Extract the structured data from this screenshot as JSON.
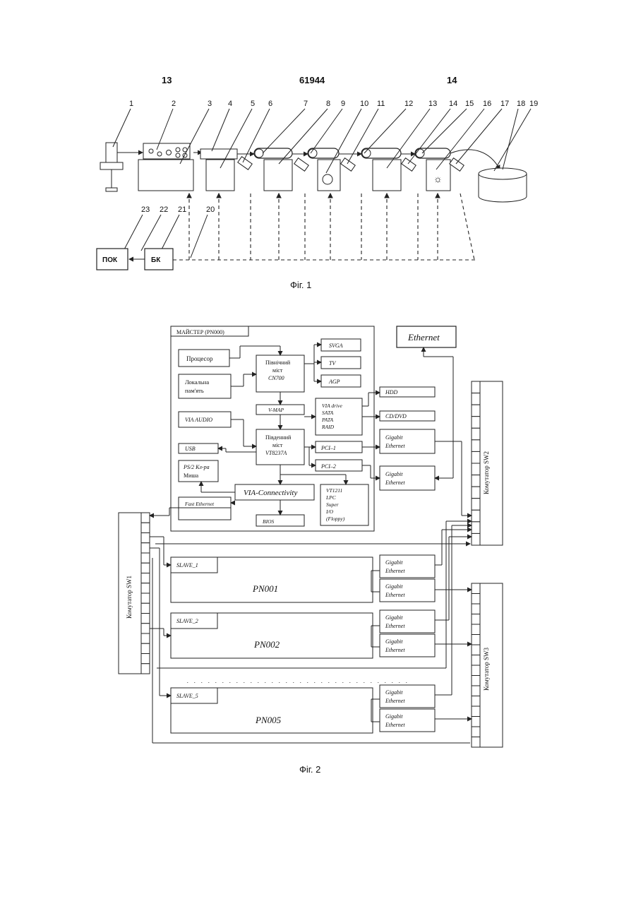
{
  "header": {
    "left_page": "13",
    "doc_number": "61944",
    "right_page": "14"
  },
  "fig1": {
    "caption": "Фіг. 1",
    "callouts": [
      "1",
      "2",
      "3",
      "4",
      "5",
      "6",
      "7",
      "8",
      "9",
      "10",
      "11",
      "12",
      "13",
      "14",
      "15",
      "16",
      "17",
      "18",
      "19"
    ],
    "bottom_callouts": [
      "23",
      "22",
      "21",
      "20"
    ],
    "pok_label": "ПОК",
    "bk_label": "БК"
  },
  "fig2": {
    "caption": "Фіг. 2",
    "master_title": "МАЙСТЕР (PN000)",
    "ethernet": "Ethernet",
    "processor": "Процесор",
    "local_memory": [
      "Локальна",
      "пам'ять"
    ],
    "north_bridge": [
      "Північний",
      "міст",
      "CN700"
    ],
    "svga": "SVGA",
    "tv": "TV",
    "agp": "AGP",
    "hdd": "HDD",
    "cdrom": "CD/DVD",
    "via_drive": [
      "VIA drive",
      "SATA",
      "PATA",
      "RAID"
    ],
    "vmap": "V-MAP",
    "via_audio": "VIA AUDIO",
    "south_bridge": [
      "Південний",
      "міст",
      "VT8237A"
    ],
    "pci1": "PCI–1",
    "pci2": "PCI–2",
    "usb": "USB",
    "ps2": [
      "PS/2 Кл-ра",
      "Миша"
    ],
    "via_conn": "VIA-Connectivity",
    "vt1211": [
      "VT1211",
      "LPC",
      "Super",
      "I/O",
      "(Floppy)"
    ],
    "fast_ethernet": "Fast Ethernet",
    "bios": "BIOS",
    "gigabit": [
      "Gigabit",
      "Ethernet"
    ],
    "switch1": "Комутатор SW1",
    "switch2": "Комутатор SW2",
    "switch3": "Комутатор SW3",
    "slaves": [
      {
        "title": "SLAVE_1",
        "name": "PN001"
      },
      {
        "title": "SLAVE_2",
        "name": "PN002"
      },
      {
        "title": "SLAVE_5",
        "name": "PN005"
      }
    ]
  }
}
